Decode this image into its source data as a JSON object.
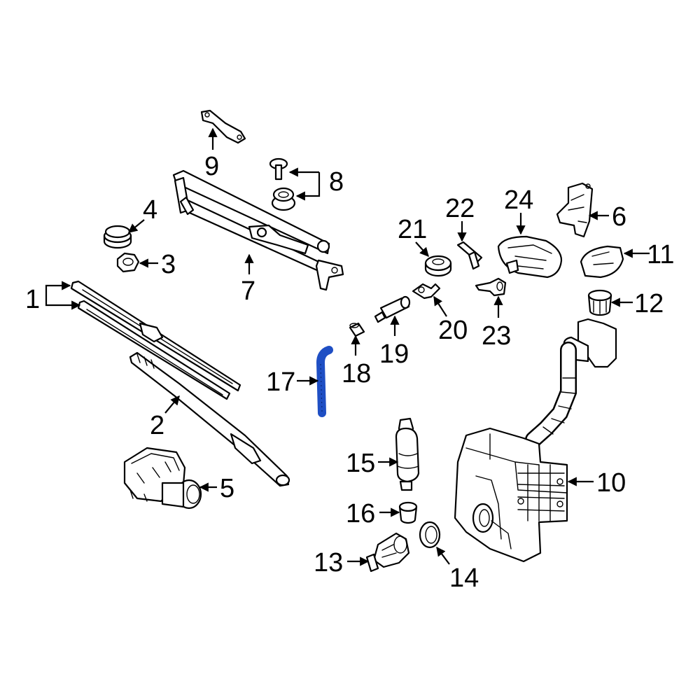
{
  "diagram": {
    "highlight_color": "#1f4fc4",
    "line_color": "#000000",
    "background": "#ffffff",
    "highlighted_part": "17",
    "callouts": {
      "c1": "1",
      "c2": "2",
      "c3": "3",
      "c4": "4",
      "c5": "5",
      "c6": "6",
      "c7": "7",
      "c8": "8",
      "c9": "9",
      "c10": "10",
      "c11": "11",
      "c12": "12",
      "c13": "13",
      "c14": "14",
      "c15": "15",
      "c16": "16",
      "c17": "17",
      "c18": "18",
      "c19": "19",
      "c20": "20",
      "c21": "21",
      "c22": "22",
      "c23": "23",
      "c24": "24"
    }
  }
}
